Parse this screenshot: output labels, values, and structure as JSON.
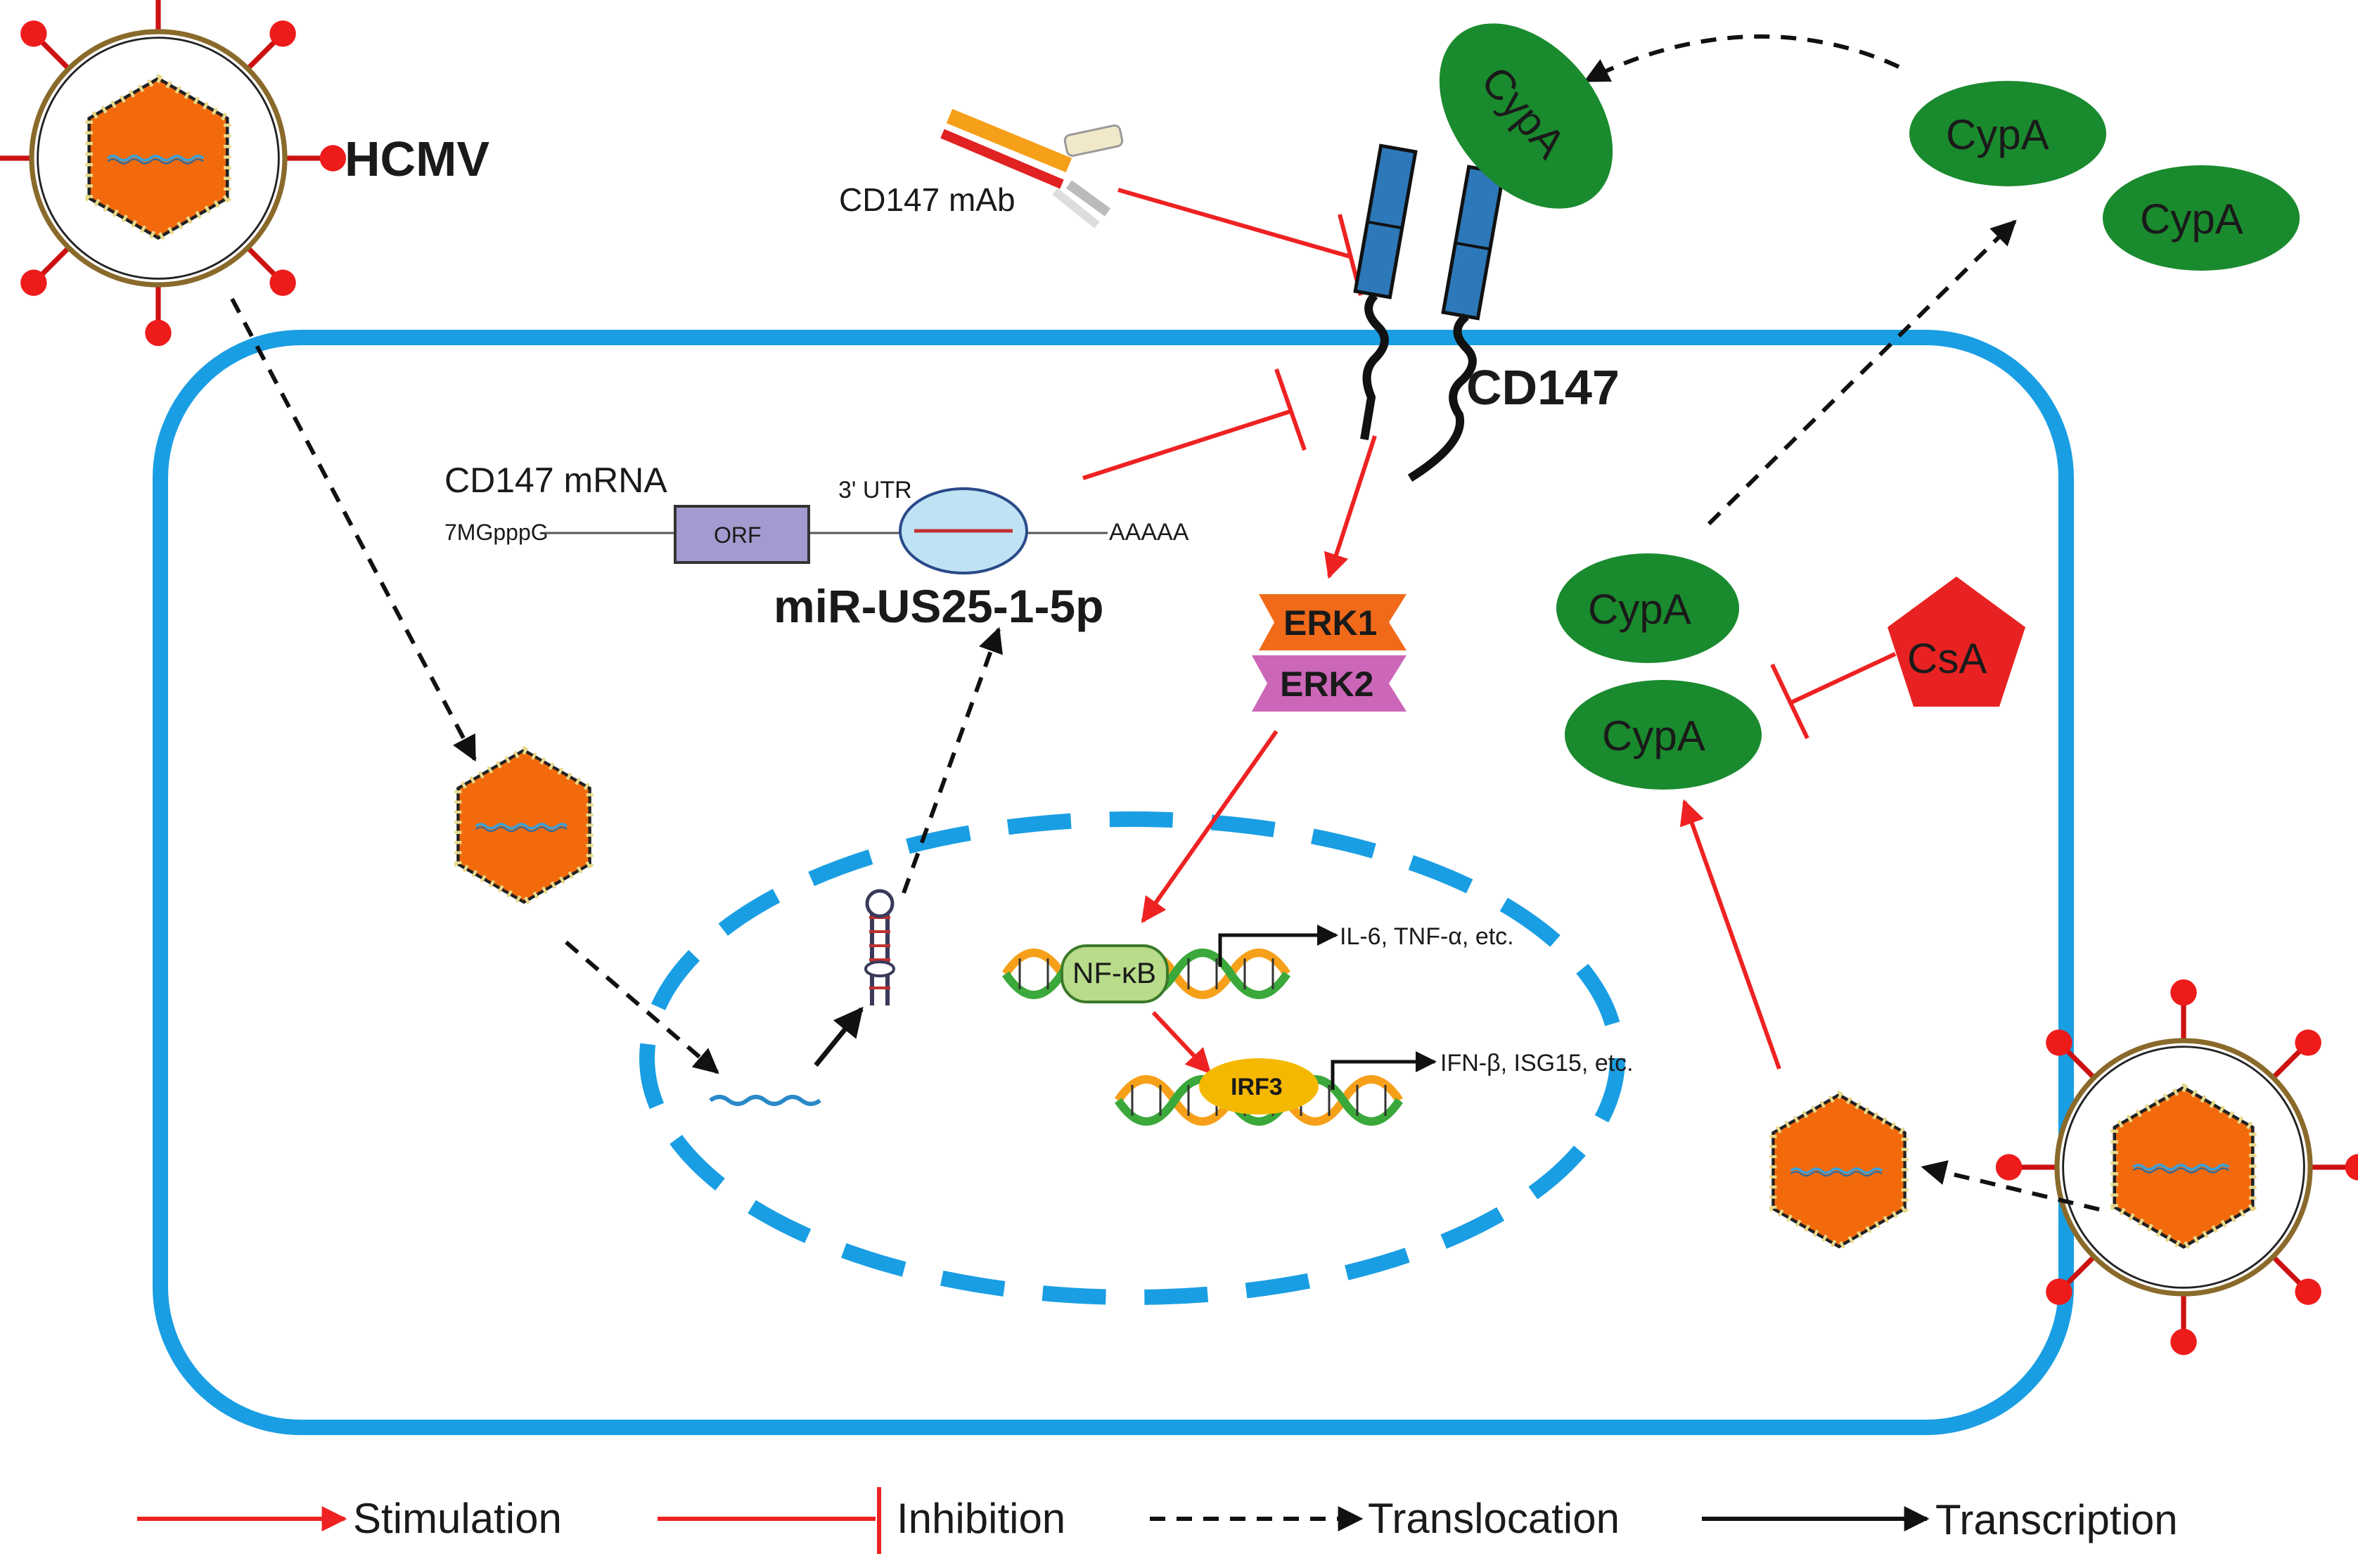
{
  "labels": {
    "hcmv": "HCMV",
    "cd147_mab": "CD147 mAb",
    "cd147": "CD147",
    "cd147_mrna": "CD147 mRNA",
    "utr": "3' UTR",
    "cap": "7MGpppG",
    "orf": "ORF",
    "polya": "AAAAA",
    "mirna": "miR-US25-1-5p",
    "erk1": "ERK1",
    "erk2": "ERK2",
    "nfkb": "NF-κB",
    "nfkb_targets": "IL-6, TNF-α, etc.",
    "irf3": "IRF3",
    "irf3_targets": "IFN-β, ISG15, etc.",
    "csa": "CsA",
    "cypa": "CypA"
  },
  "legend": {
    "stimulation": "Stimulation",
    "inhibition": "Inhibition",
    "translocation": "Translocation",
    "transcription": "Transcription"
  },
  "colors": {
    "membrane": "#1a9ee3",
    "stimulation": "#ee2222",
    "cypa": "#1a8a2e",
    "capsid": "#f26a0c",
    "csa": "#e82222",
    "erk1": "#f06a1a",
    "erk2": "#cc66b8",
    "receptor": "#2d78b8"
  }
}
